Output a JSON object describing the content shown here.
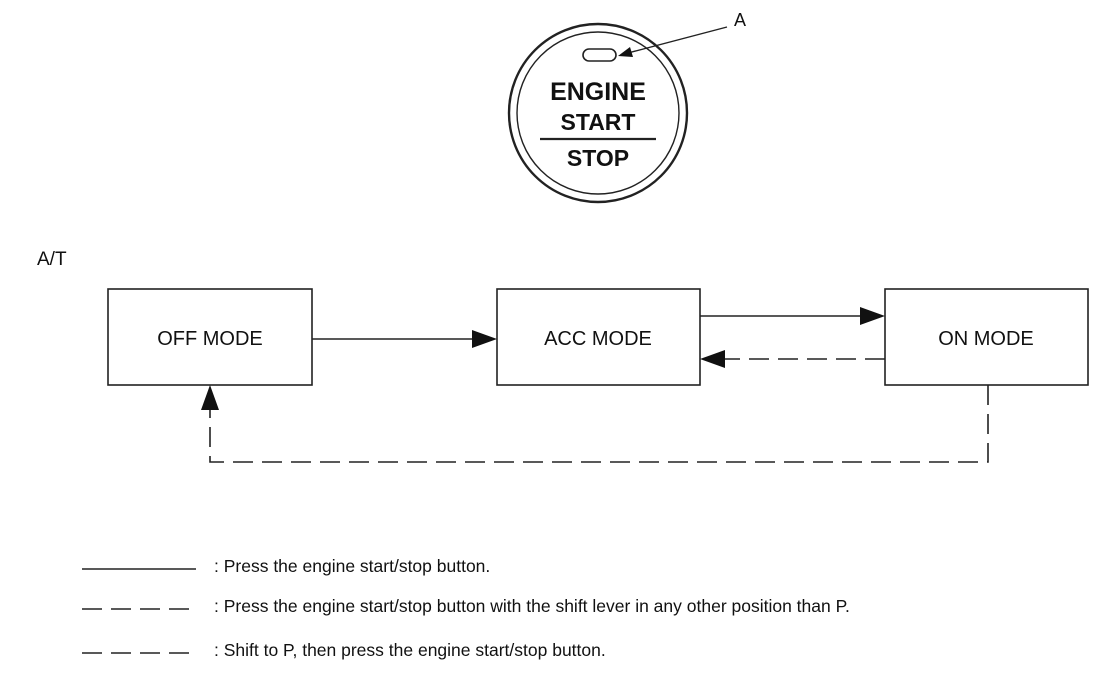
{
  "button": {
    "label_line1": "ENGINE",
    "label_line2": "START",
    "label_line3": "STOP",
    "callout": "A"
  },
  "section_label": "A/T",
  "modes": {
    "off": "OFF MODE",
    "acc": "ACC MODE",
    "on": "ON MODE"
  },
  "legend": [
    {
      "line_style": "solid",
      "text": ": Press the engine start/stop button."
    },
    {
      "line_style": "dashed",
      "text": ": Press the engine start/stop button with the shift lever in any other position than P."
    },
    {
      "line_style": "dashed",
      "text": ": Shift to P, then press the engine start/stop button."
    }
  ]
}
